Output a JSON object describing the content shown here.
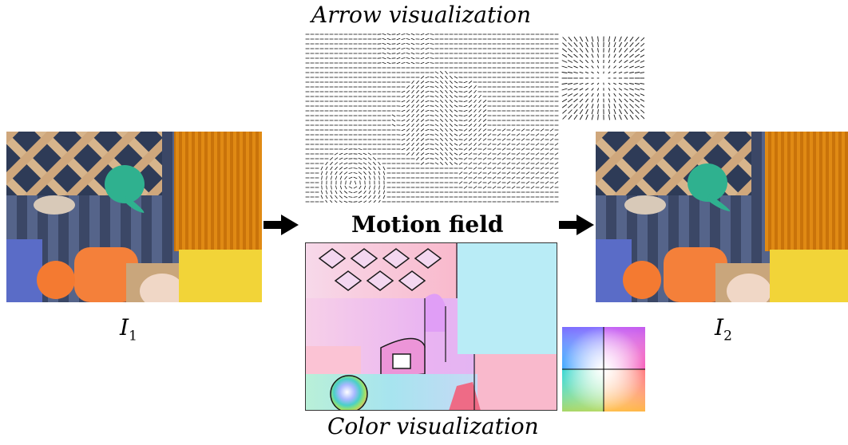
{
  "captions": {
    "top": "Arrow visualization",
    "center": "Motion field",
    "bottom": "Color visualization"
  },
  "frames": {
    "left": {
      "label_letter": "I",
      "label_sub": "1"
    },
    "right": {
      "label_letter": "I",
      "label_sub": "2"
    }
  },
  "colors": {
    "cream_pastel": "#f7d9ea",
    "pink_pastel": "#f9b9cc",
    "lavender_pastel": "#e9b3f2",
    "cyan_pastel": "#b9ecf6",
    "wheel_center": "#ffffff"
  },
  "icons": {
    "left_arrow": "right-arrow-icon",
    "right_arrow": "right-arrow-icon"
  }
}
